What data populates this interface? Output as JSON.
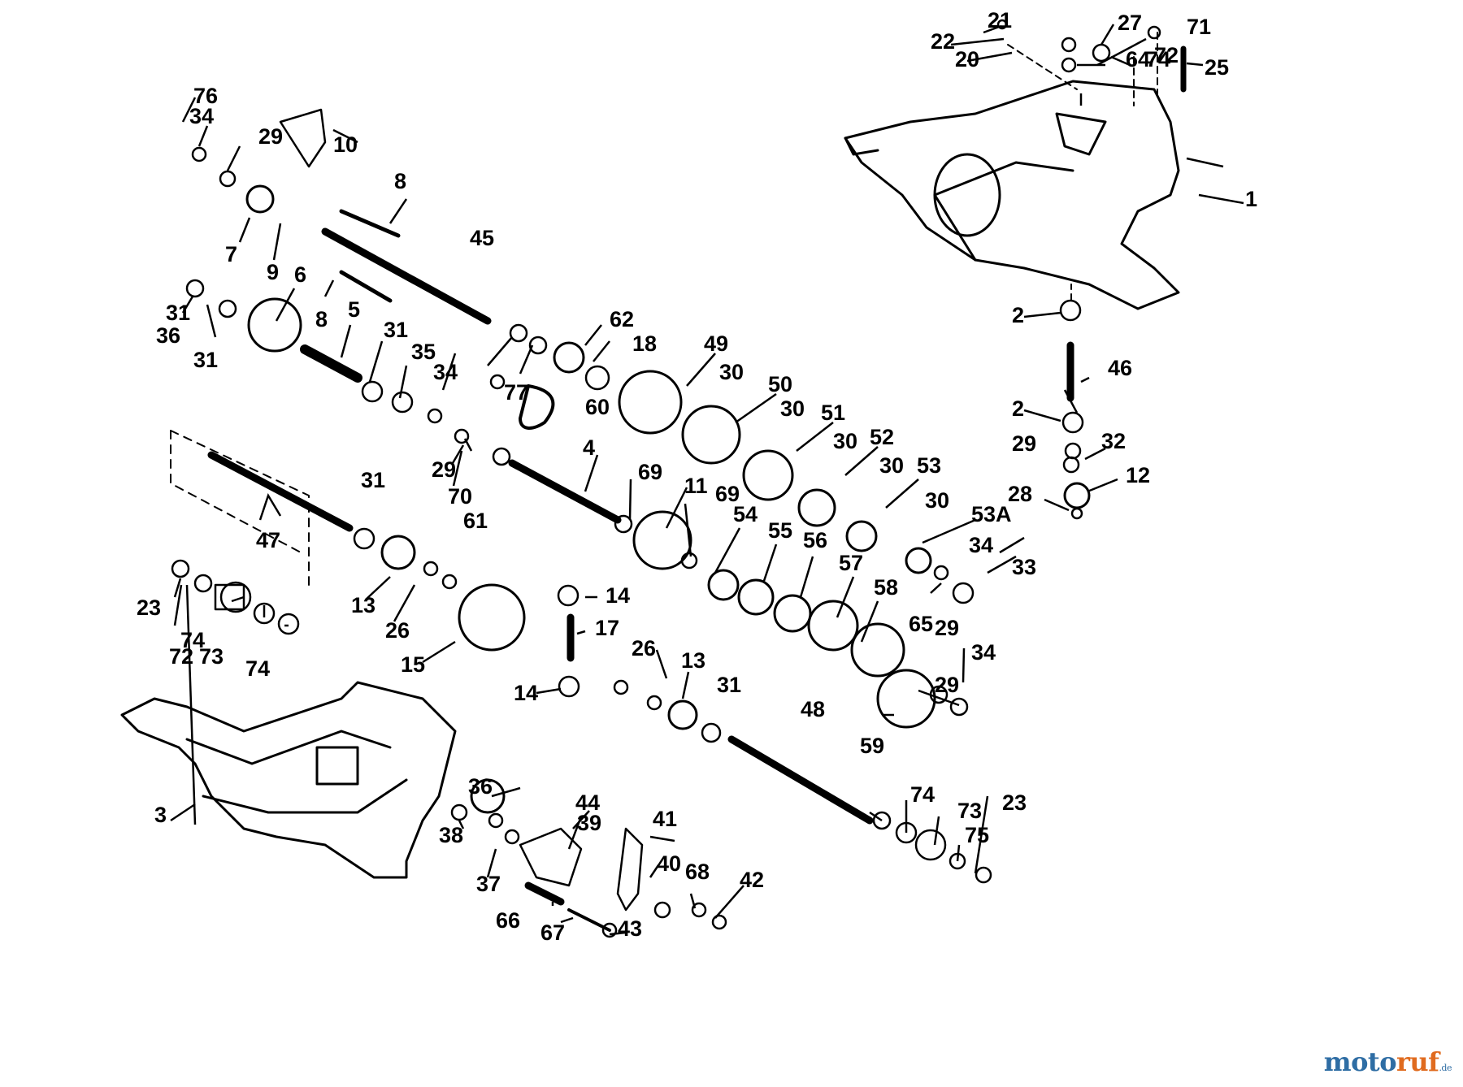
{
  "diagram": {
    "labels": [
      "1",
      "2",
      "2",
      "3",
      "4",
      "5",
      "6",
      "7",
      "8",
      "8",
      "9",
      "10",
      "11",
      "12",
      "13",
      "13",
      "14",
      "14",
      "15",
      "17",
      "18",
      "20",
      "21",
      "22",
      "23",
      "23",
      "25",
      "26",
      "26",
      "27",
      "28",
      "29",
      "29",
      "29",
      "29",
      "29",
      "30",
      "30",
      "30",
      "30",
      "30",
      "31",
      "31",
      "31",
      "31",
      "31",
      "32",
      "33",
      "34",
      "34",
      "34",
      "34",
      "35",
      "36",
      "36",
      "37",
      "38",
      "39",
      "40",
      "41",
      "42",
      "43",
      "44",
      "45",
      "46",
      "47",
      "48",
      "49",
      "50",
      "51",
      "52",
      "53",
      "53A",
      "54",
      "55",
      "56",
      "57",
      "58",
      "59",
      "60",
      "61",
      "62",
      "64",
      "65",
      "66",
      "67",
      "68",
      "69",
      "69",
      "70",
      "71",
      "72",
      "72",
      "73",
      "73",
      "74",
      "74",
      "74",
      "74",
      "75",
      "76",
      "77"
    ]
  },
  "watermark": {
    "part1": "moto",
    "part2": "ruf",
    "part3": ".de",
    "color_primary": "#2e6da4",
    "color_accent": "#e06b1f"
  }
}
